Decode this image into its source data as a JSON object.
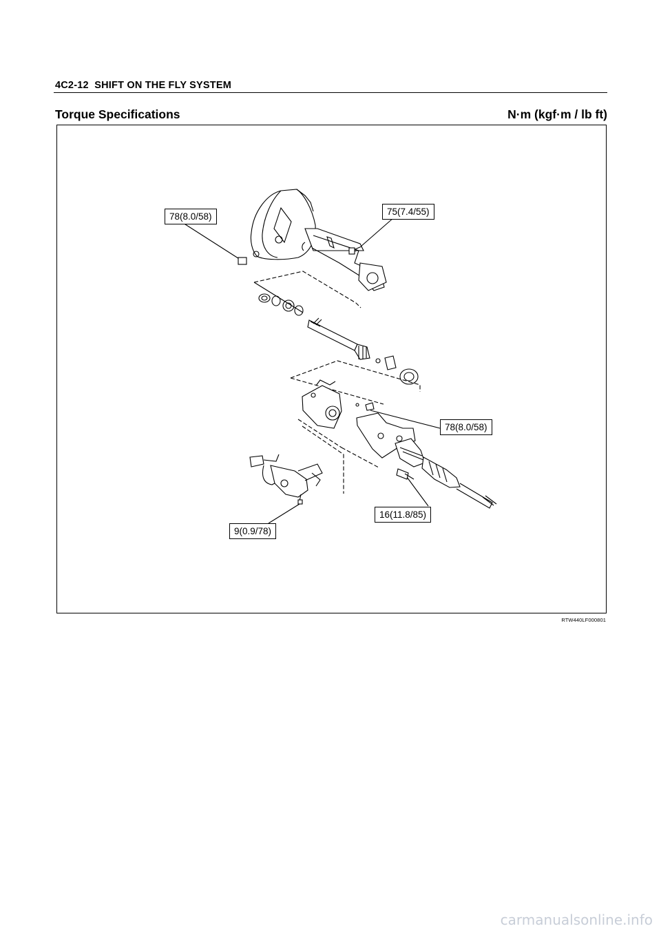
{
  "header": {
    "section_code": "4C2-12",
    "section_title": "SHIFT ON THE FLY SYSTEM"
  },
  "torque": {
    "title": "Torque Specifications",
    "units": "N·m (kgf·m / lb ft)"
  },
  "figure": {
    "code": "RTW440LF000801",
    "callouts": {
      "plug_torque": "78(8.0/58)",
      "housing_bolt_torque": "75(7.4/55)",
      "actuator_nut_torque": "78(8.0/58)",
      "axle_bolt_torque": "16(11.8/85)",
      "switch_bolt_torque": "9(0.9/78)"
    }
  },
  "watermark": "carmanualsonline.info"
}
